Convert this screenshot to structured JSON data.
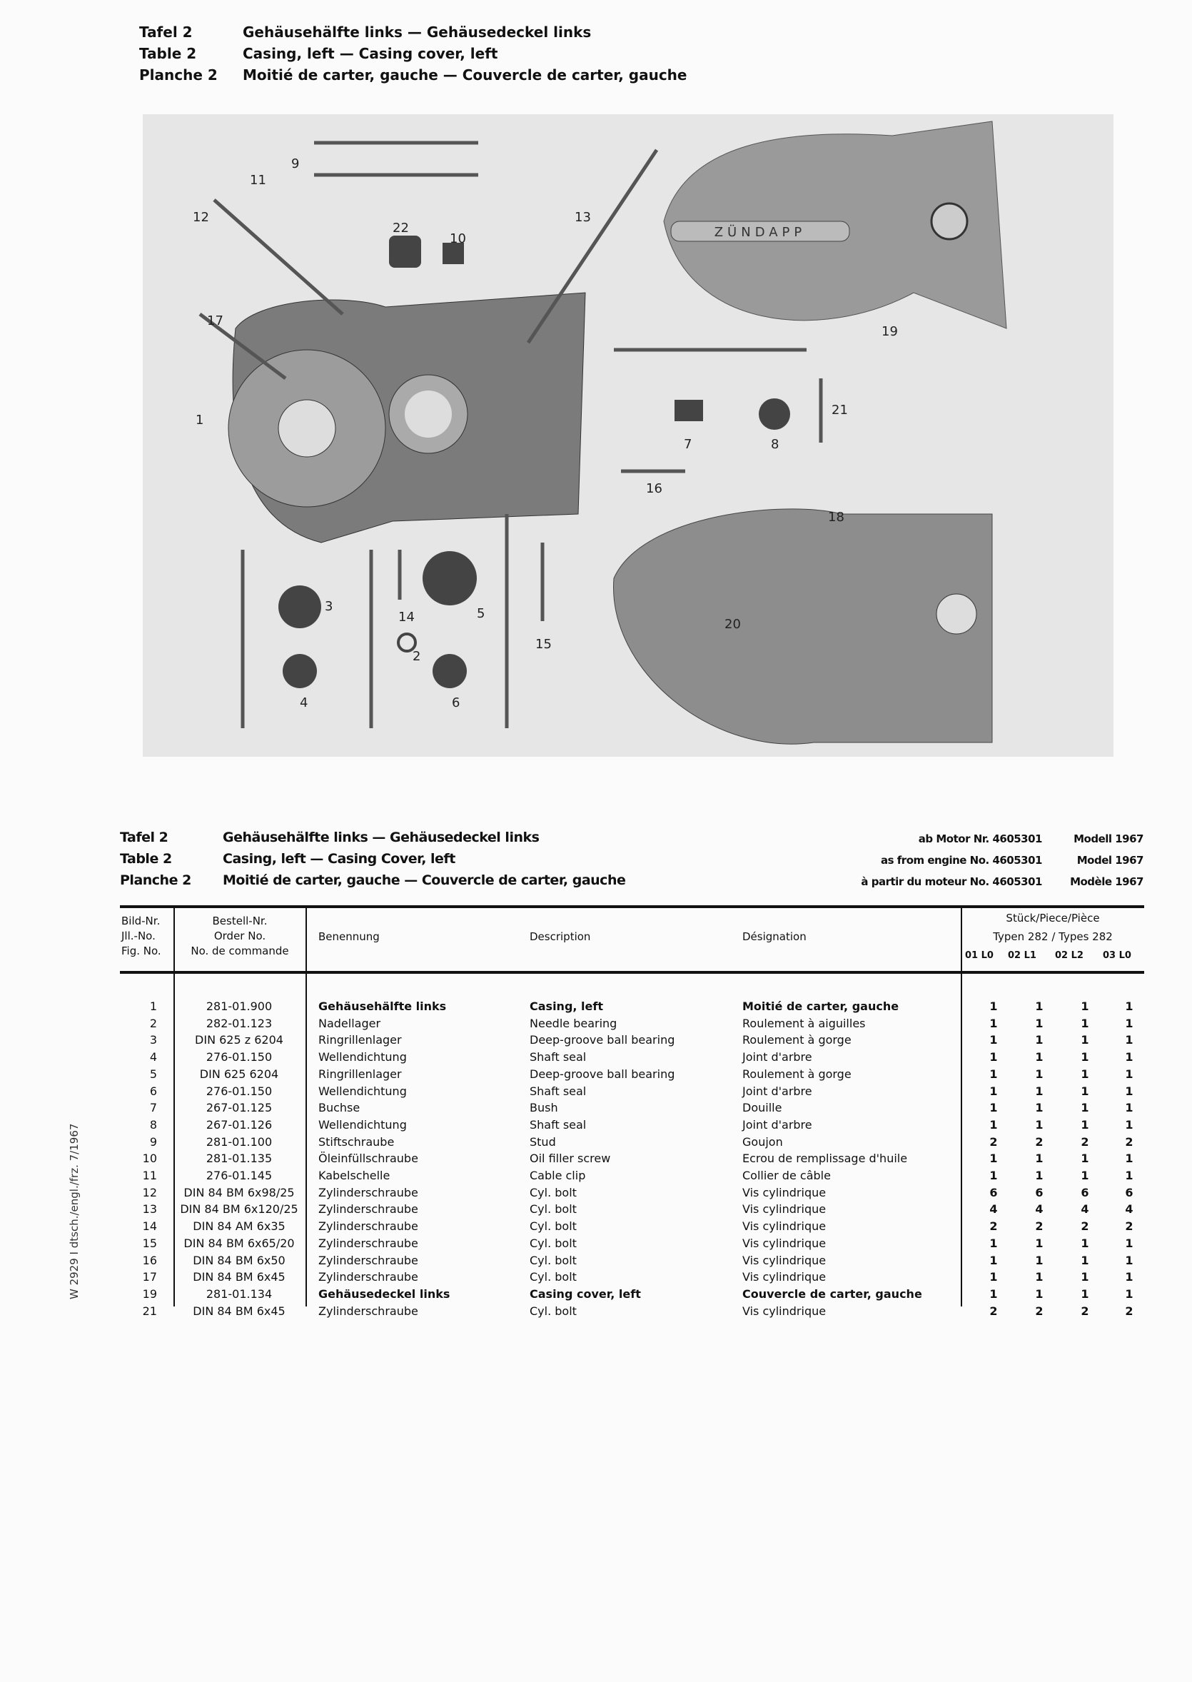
{
  "top_header": {
    "lines": [
      {
        "label": "Tafel 2",
        "title": "Gehäusehälfte links — Gehäusedeckel links"
      },
      {
        "label": "Table 2",
        "title": "Casing, left — Casing cover, left"
      },
      {
        "label": "Planche 2",
        "title": "Moitié de carter, gauche — Couvercle de carter, gauche"
      }
    ]
  },
  "diagram": {
    "brand": "ZÜNDAPP",
    "callouts": [
      "1",
      "2",
      "3",
      "4",
      "5",
      "6",
      "7",
      "8",
      "9",
      "10",
      "11",
      "12",
      "13",
      "14",
      "15",
      "16",
      "17",
      "18",
      "19",
      "20",
      "21",
      "22"
    ]
  },
  "table_header": {
    "lines": [
      {
        "label": "Tafel 2",
        "title": "Gehäusehälfte links — Gehäusedeckel links",
        "from": "ab Motor Nr. 4605301",
        "model": "Modell 1967"
      },
      {
        "label": "Table 2",
        "title": "Casing, left — Casing Cover, left",
        "from": "as from engine No. 4605301",
        "model": "Model 1967"
      },
      {
        "label": "Planche 2",
        "title": "Moitié de carter, gauche — Couvercle de carter, gauche",
        "from": "à partir du moteur No. 4605301",
        "model": "Modèle 1967"
      }
    ]
  },
  "columns": {
    "fig": [
      "Bild-Nr.",
      "Jll.-No.",
      "Fig. No."
    ],
    "order": [
      "Bestell-Nr.",
      "Order No.",
      "No. de commande"
    ],
    "benennung": "Benennung",
    "description": "Description",
    "designation": "Désignation",
    "qty_title": "Stück/Piece/Pièce",
    "types": "Typen 282 / Types 282",
    "variants": [
      "01 L0",
      "02 L1",
      "02 L2",
      "03 L0"
    ]
  },
  "rows": [
    {
      "fig": "1",
      "order": "281-01.900",
      "de": "Gehäusehälfte links",
      "en": "Casing, left",
      "fr": "Moitié de carter, gauche",
      "q": [
        "1",
        "1",
        "1",
        "1"
      ],
      "bold": true
    },
    {
      "fig": "2",
      "order": "282-01.123",
      "de": "Nadellager",
      "en": "Needle bearing",
      "fr": "Roulement à aiguilles",
      "q": [
        "1",
        "1",
        "1",
        "1"
      ]
    },
    {
      "fig": "3",
      "order": "DIN 625 z 6204",
      "de": "Ringrillenlager",
      "en": "Deep-groove ball bearing",
      "fr": "Roulement à gorge",
      "q": [
        "1",
        "1",
        "1",
        "1"
      ]
    },
    {
      "fig": "4",
      "order": "276-01.150",
      "de": "Wellendichtung",
      "en": "Shaft seal",
      "fr": "Joint d'arbre",
      "q": [
        "1",
        "1",
        "1",
        "1"
      ]
    },
    {
      "fig": "5",
      "order": "DIN 625 6204",
      "de": "Ringrillenlager",
      "en": "Deep-groove ball bearing",
      "fr": "Roulement à gorge",
      "q": [
        "1",
        "1",
        "1",
        "1"
      ]
    },
    {
      "fig": "6",
      "order": "276-01.150",
      "de": "Wellendichtung",
      "en": "Shaft seal",
      "fr": "Joint d'arbre",
      "q": [
        "1",
        "1",
        "1",
        "1"
      ]
    },
    {
      "fig": "7",
      "order": "267-01.125",
      "de": "Buchse",
      "en": "Bush",
      "fr": "Douille",
      "q": [
        "1",
        "1",
        "1",
        "1"
      ]
    },
    {
      "fig": "8",
      "order": "267-01.126",
      "de": "Wellendichtung",
      "en": "Shaft seal",
      "fr": "Joint d'arbre",
      "q": [
        "1",
        "1",
        "1",
        "1"
      ]
    },
    {
      "fig": "9",
      "order": "281-01.100",
      "de": "Stiftschraube",
      "en": "Stud",
      "fr": "Goujon",
      "q": [
        "2",
        "2",
        "2",
        "2"
      ]
    },
    {
      "fig": "10",
      "order": "281-01.135",
      "de": "Öleinfüllschraube",
      "en": "Oil filler screw",
      "fr": "Ecrou de remplissage d'huile",
      "q": [
        "1",
        "1",
        "1",
        "1"
      ]
    },
    {
      "fig": "11",
      "order": "276-01.145",
      "de": "Kabelschelle",
      "en": "Cable clip",
      "fr": "Collier de câble",
      "q": [
        "1",
        "1",
        "1",
        "1"
      ]
    },
    {
      "fig": "12",
      "order": "DIN 84 BM 6x98/25",
      "de": "Zylinderschraube",
      "en": "Cyl. bolt",
      "fr": "Vis cylindrique",
      "q": [
        "6",
        "6",
        "6",
        "6"
      ]
    },
    {
      "fig": "13",
      "order": "DIN 84 BM 6x120/25",
      "de": "Zylinderschraube",
      "en": "Cyl. bolt",
      "fr": "Vis cylindrique",
      "q": [
        "4",
        "4",
        "4",
        "4"
      ]
    },
    {
      "fig": "14",
      "order": "DIN 84 AM 6x35",
      "de": "Zylinderschraube",
      "en": "Cyl. bolt",
      "fr": "Vis cylindrique",
      "q": [
        "2",
        "2",
        "2",
        "2"
      ]
    },
    {
      "fig": "15",
      "order": "DIN 84 BM 6x65/20",
      "de": "Zylinderschraube",
      "en": "Cyl. bolt",
      "fr": "Vis cylindrique",
      "q": [
        "1",
        "1",
        "1",
        "1"
      ]
    },
    {
      "fig": "16",
      "order": "DIN 84 BM 6x50",
      "de": "Zylinderschraube",
      "en": "Cyl. bolt",
      "fr": "Vis cylindrique",
      "q": [
        "1",
        "1",
        "1",
        "1"
      ]
    },
    {
      "fig": "17",
      "order": "DIN 84 BM 6x45",
      "de": "Zylinderschraube",
      "en": "Cyl. bolt",
      "fr": "Vis cylindrique",
      "q": [
        "1",
        "1",
        "1",
        "1"
      ]
    },
    {
      "fig": "19",
      "order": "281-01.134",
      "de": "Gehäusedeckel links",
      "en": "Casing cover, left",
      "fr": "Couvercle de carter, gauche",
      "q": [
        "1",
        "1",
        "1",
        "1"
      ],
      "bold": true
    },
    {
      "fig": "21",
      "order": "DIN 84 BM 6x45",
      "de": "Zylinderschraube",
      "en": "Cyl. bolt",
      "fr": "Vis cylindrique",
      "q": [
        "2",
        "2",
        "2",
        "2"
      ]
    }
  ],
  "side_note": "W 2929 I dtsch./engl./frz. 7/1967"
}
